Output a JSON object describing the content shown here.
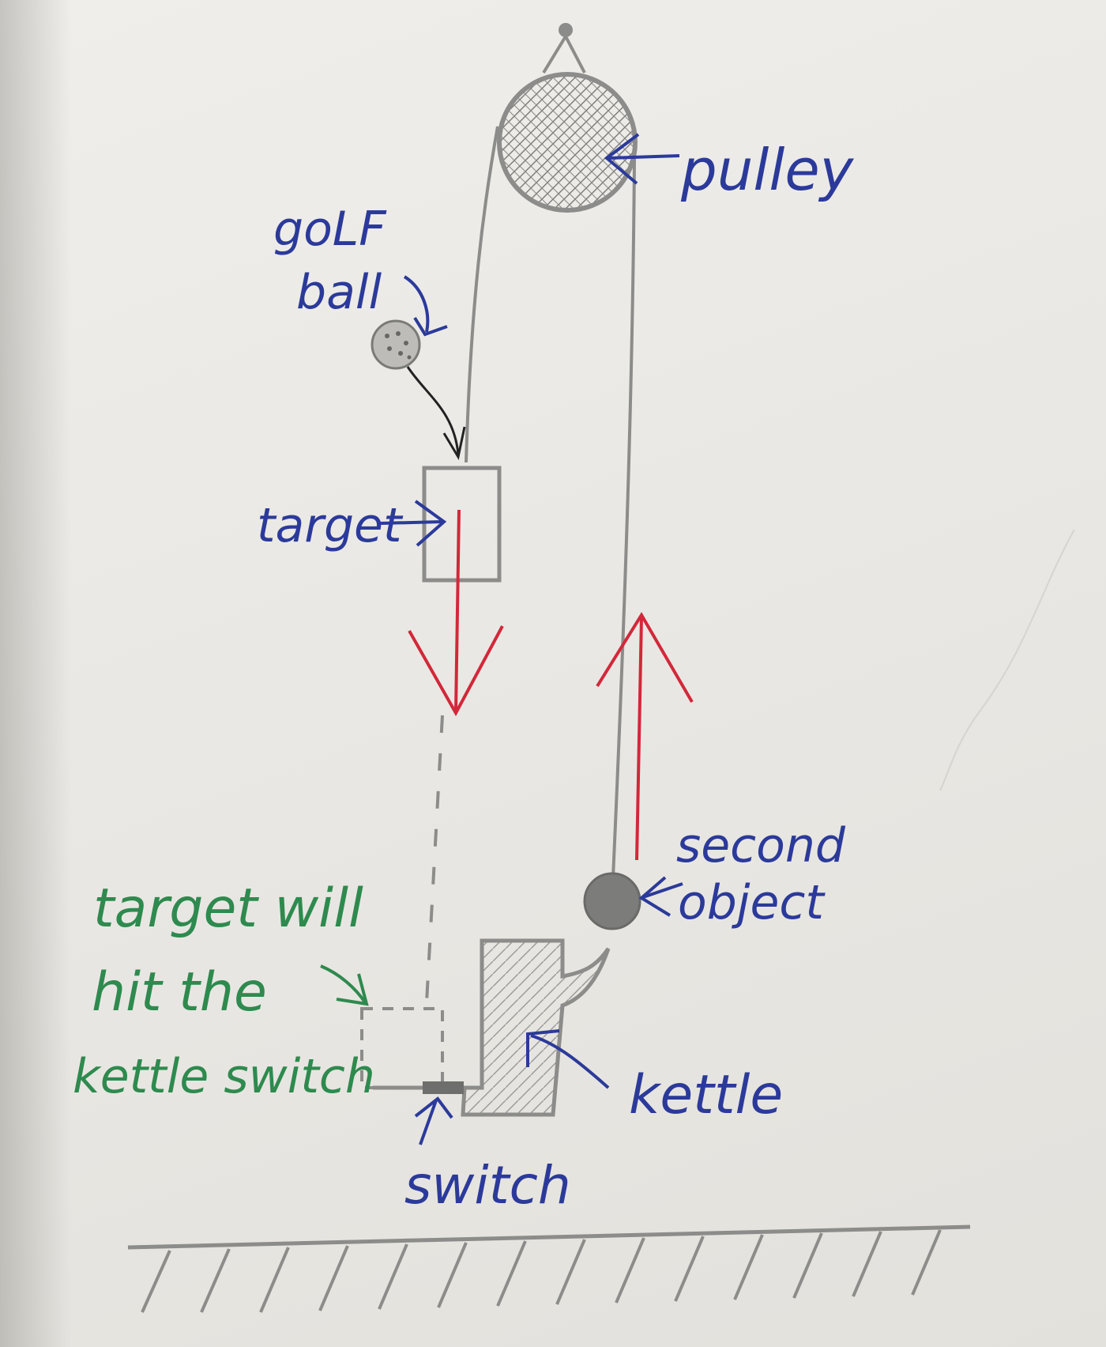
{
  "labels": {
    "pulley": "pulley",
    "golf_ball_line1": "goLF",
    "golf_ball_line2": "ball",
    "target": "target",
    "second_object_line1": "second",
    "second_object_line2": "object",
    "note_line1": "target will",
    "note_line2": "hit the",
    "note_line3": "kettle switch",
    "kettle": "kettle",
    "switch": "switch"
  },
  "colors": {
    "pencil": "#8c8c8a",
    "pencil_dark": "#6e6e6c",
    "blue_ink": "#2b3a9a",
    "green_ink": "#2e8a4e",
    "red_ink": "#d2283a",
    "black_ink": "#222222"
  }
}
